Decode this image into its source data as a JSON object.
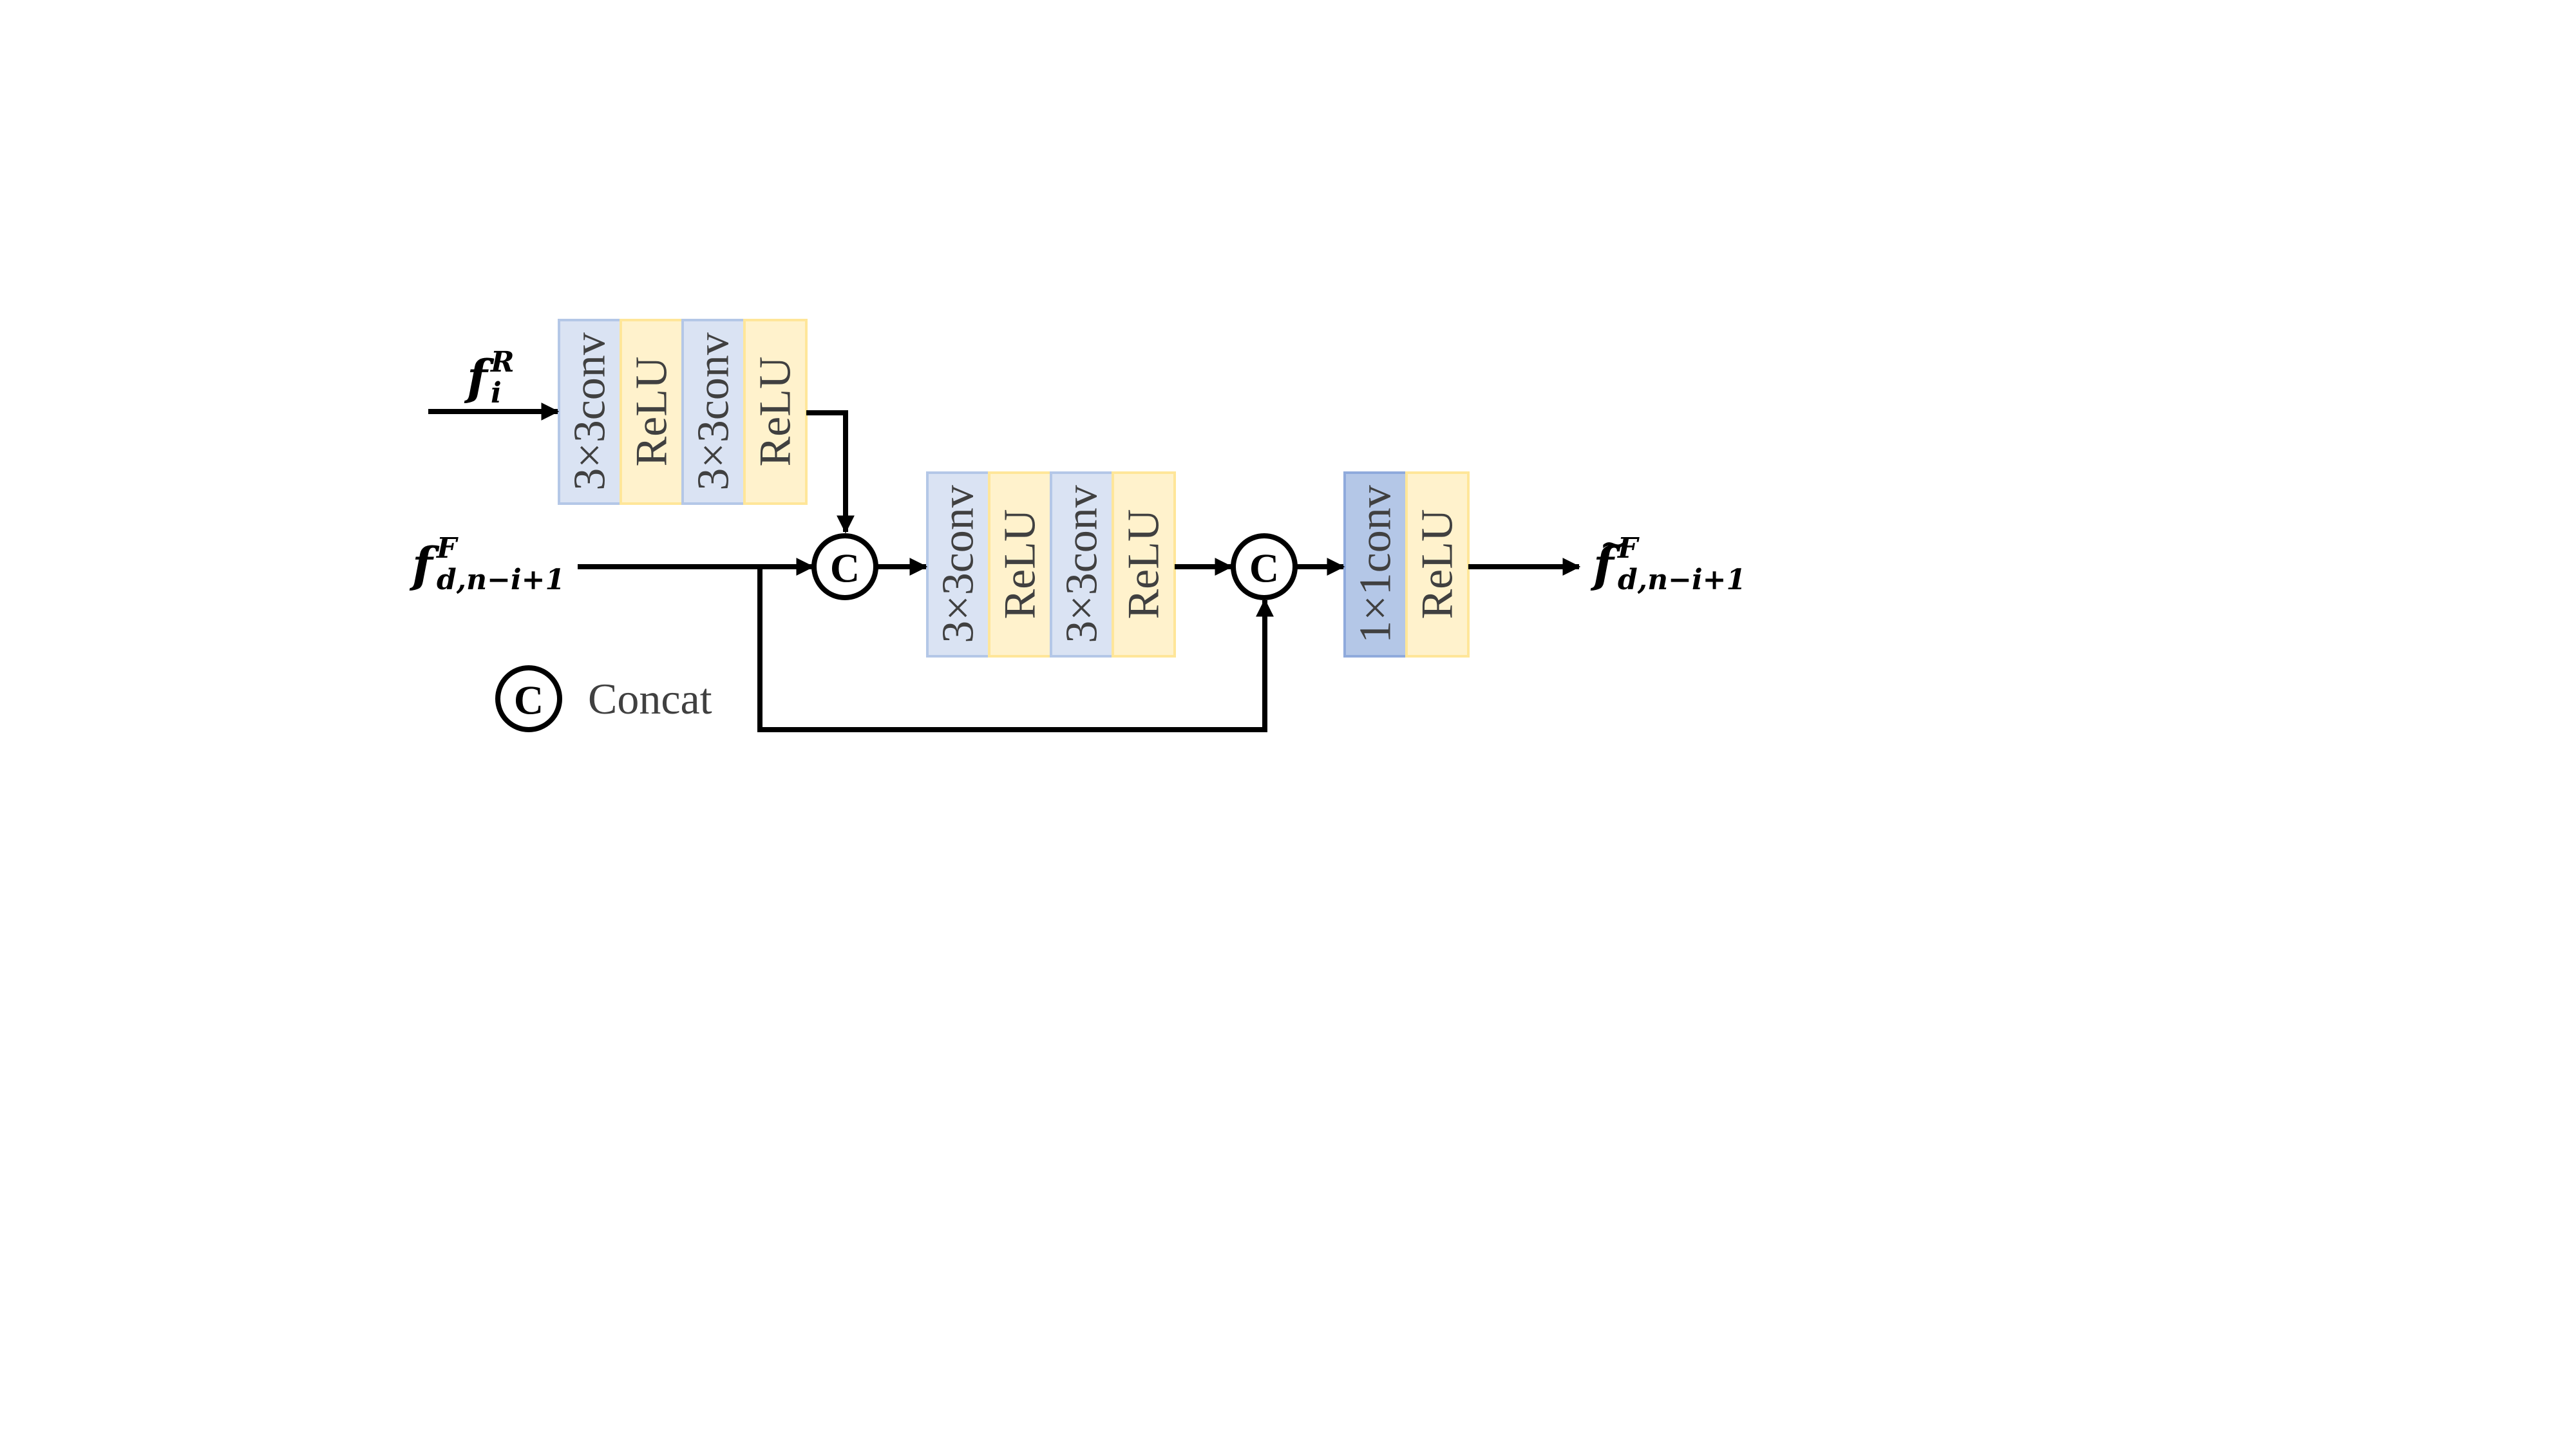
{
  "colors": {
    "conv_fill": "#dae3f3",
    "conv_stroke": "#b4c7e7",
    "conv1x1_fill": "#b4c7e7",
    "conv1x1_stroke": "#8faadc",
    "relu_fill": "#fff2cc",
    "relu_stroke": "#ffe699",
    "line": "#000000"
  },
  "inputs": {
    "fR": {
      "base": "f",
      "sub": "i",
      "sup": "R"
    },
    "fF": {
      "base": "f",
      "sub": "d,n−i+1",
      "sup": "F"
    }
  },
  "output": {
    "base": "f",
    "accent": "~",
    "sub": "d,n−i+1",
    "sup": "F"
  },
  "blocks": {
    "conv3x3": "3×3conv",
    "relu": "ReLU",
    "conv1x1": "1×1conv"
  },
  "concat_symbol": "C",
  "legend": {
    "symbol": "C",
    "label": "Concat"
  }
}
